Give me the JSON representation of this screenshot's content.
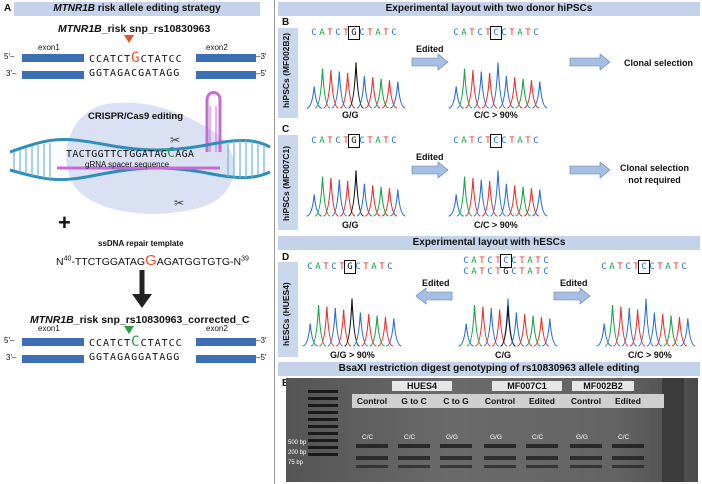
{
  "panel_a": {
    "letter": "A",
    "title_gene": "MTNR1B",
    "title_rest": " risk allele editing strategy",
    "risk_label_gene": "MTNR1B",
    "risk_label_rest": "_risk snp_rs10830963",
    "exon1": "exon1",
    "exon2": "exon2",
    "top_strand_5": "5'–",
    "top_strand_3": "–3'",
    "bottom_strand_3": "3'–",
    "bottom_strand_5": "–5'",
    "risk_seq_pre": "CCATCT",
    "risk_seq_base": "G",
    "risk_seq_post": "CTATCC",
    "risk_seq_bottom": "GGTAGACGATAGG",
    "crispr_label": "CRISPR/Cas9 editing",
    "grna_pre": "TACTGGTTCTGGATAG",
    "grna_base": "C",
    "grna_post": "AGA",
    "grna_caption": "gRNA spacer sequence",
    "plus": "+",
    "ssdna_label": "ssDNA repair template",
    "ssdna_prefix": "N",
    "ssdna_prefix_sup": "40",
    "ssdna_pre": "-TTCTGGATAG",
    "ssdna_base": "G",
    "ssdna_post": "AGATGGTGTG-N",
    "ssdna_suffix_sup": "39",
    "corrected_label_gene": "MTNR1B",
    "corrected_label_rest": "_risk snp_rs10830963_corrected_C",
    "corr_seq_pre": "CCATCT",
    "corr_seq_base": "C",
    "corr_seq_post": "CTATCC",
    "corr_seq_bottom": "GGTAGAGGATAGG"
  },
  "panel_b": {
    "header": "Experimental layout with two donor hiPSCs",
    "letter": "B",
    "side_label": "hiPSCs (MF002B2)",
    "seq_left": [
      "C",
      "A",
      "T",
      "C",
      "T",
      "G",
      "C",
      "T",
      "A",
      "T",
      "C"
    ],
    "seq_right": [
      "C",
      "A",
      "T",
      "C",
      "T",
      "C",
      "C",
      "T",
      "A",
      "T",
      "C"
    ],
    "edited": "Edited",
    "genotype_left": "G/G",
    "genotype_right": "C/C > 90%",
    "outcome": "Clonal selection"
  },
  "panel_c": {
    "letter": "C",
    "side_label": "hiPSCs (MF007C1)",
    "seq_left": [
      "C",
      "A",
      "T",
      "C",
      "T",
      "G",
      "C",
      "T",
      "A",
      "T",
      "C"
    ],
    "seq_right": [
      "C",
      "A",
      "T",
      "C",
      "T",
      "C",
      "C",
      "T",
      "A",
      "T",
      "C"
    ],
    "edited": "Edited",
    "genotype_left": "G/G",
    "genotype_right": "C/C > 90%",
    "outcome_line1": "Clonal selection",
    "outcome_line2": "not required"
  },
  "panel_d": {
    "header": "Experimental layout with hESCs",
    "letter": "D",
    "side_label": "hESCs (HUES4)",
    "seq_left": [
      "C",
      "A",
      "T",
      "C",
      "T",
      "G",
      "C",
      "T",
      "A",
      "T",
      "C"
    ],
    "seq_mid_top": [
      "C",
      "A",
      "T",
      "C",
      "T",
      "C",
      "C",
      "T",
      "A",
      "T",
      "C"
    ],
    "seq_mid_bottom": [
      "C",
      "A",
      "T",
      "C",
      "T",
      "G",
      "C",
      "T",
      "A",
      "T",
      "C"
    ],
    "seq_right": [
      "C",
      "A",
      "T",
      "C",
      "T",
      "C",
      "C",
      "T",
      "A",
      "T",
      "C"
    ],
    "edited_left": "Edited",
    "edited_right": "Edited",
    "genotype_left": "G/G > 90%",
    "genotype_mid": "C/G",
    "genotype_right": "C/C > 90%"
  },
  "panel_e": {
    "header": "BsaXI restriction digest genotyping of rs10830963 allele editing",
    "letter": "E",
    "groups": [
      "HUES4",
      "MF007C1",
      "MF002B2"
    ],
    "lanes": [
      "Control",
      "G to C",
      "C to G",
      "Control",
      "Edited",
      "Control",
      "Edited"
    ],
    "genotypes": [
      "C/C",
      "C/C",
      "G/G",
      "G/G",
      "C/C",
      "G/G",
      "C/C"
    ],
    "ladder": [
      "500 bp",
      "200 bp",
      "75 bp"
    ]
  },
  "colors": {
    "header_bg": "#c5d3ea",
    "exon_blue": "#3d6fb5",
    "risk_red": "#e0532b",
    "corrected_green": "#2f9a48",
    "arrow_blue": "#a7bfe3",
    "trace_red": "#e8312f",
    "trace_blue": "#2a6fd6",
    "trace_green": "#19a34a",
    "trace_black": "#111111"
  }
}
